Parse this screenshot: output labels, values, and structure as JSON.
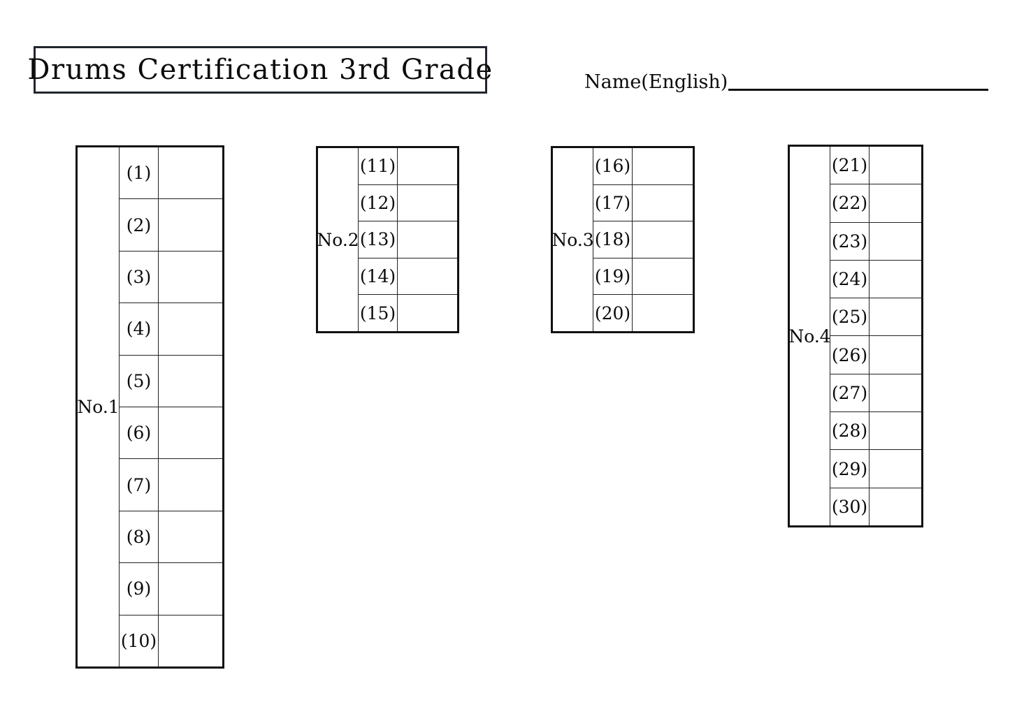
{
  "document": {
    "title": "Drums Certification 3rd Grade",
    "name_field": {
      "label": "Name(English)",
      "value": ""
    }
  },
  "colors": {
    "ink": "#111111",
    "title_border": "#22262e",
    "grid_line": "#222222",
    "page_background": "#ffffff"
  },
  "tables": [
    {
      "id": "table-1",
      "group_label": "No.1",
      "rows": [
        {
          "number": "(1)",
          "answer": ""
        },
        {
          "number": "(2)",
          "answer": ""
        },
        {
          "number": "(3)",
          "answer": ""
        },
        {
          "number": "(4)",
          "answer": ""
        },
        {
          "number": "(5)",
          "answer": ""
        },
        {
          "number": "(6)",
          "answer": ""
        },
        {
          "number": "(7)",
          "answer": ""
        },
        {
          "number": "(8)",
          "answer": ""
        },
        {
          "number": "(9)",
          "answer": ""
        },
        {
          "number": "(10)",
          "answer": ""
        }
      ]
    },
    {
      "id": "table-2",
      "group_label": "No.2",
      "rows": [
        {
          "number": "(11)",
          "answer": ""
        },
        {
          "number": "(12)",
          "answer": ""
        },
        {
          "number": "(13)",
          "answer": ""
        },
        {
          "number": "(14)",
          "answer": ""
        },
        {
          "number": "(15)",
          "answer": ""
        }
      ]
    },
    {
      "id": "table-3",
      "group_label": "No.3",
      "rows": [
        {
          "number": "(16)",
          "answer": ""
        },
        {
          "number": "(17)",
          "answer": ""
        },
        {
          "number": "(18)",
          "answer": ""
        },
        {
          "number": "(19)",
          "answer": ""
        },
        {
          "number": "(20)",
          "answer": ""
        }
      ]
    },
    {
      "id": "table-4",
      "group_label": "No.4",
      "rows": [
        {
          "number": "(21)",
          "answer": ""
        },
        {
          "number": "(22)",
          "answer": ""
        },
        {
          "number": "(23)",
          "answer": ""
        },
        {
          "number": "(24)",
          "answer": ""
        },
        {
          "number": "(25)",
          "answer": ""
        },
        {
          "number": "(26)",
          "answer": ""
        },
        {
          "number": "(27)",
          "answer": ""
        },
        {
          "number": "(28)",
          "answer": ""
        },
        {
          "number": "(29)",
          "answer": ""
        },
        {
          "number": "(30)",
          "answer": ""
        }
      ]
    }
  ]
}
